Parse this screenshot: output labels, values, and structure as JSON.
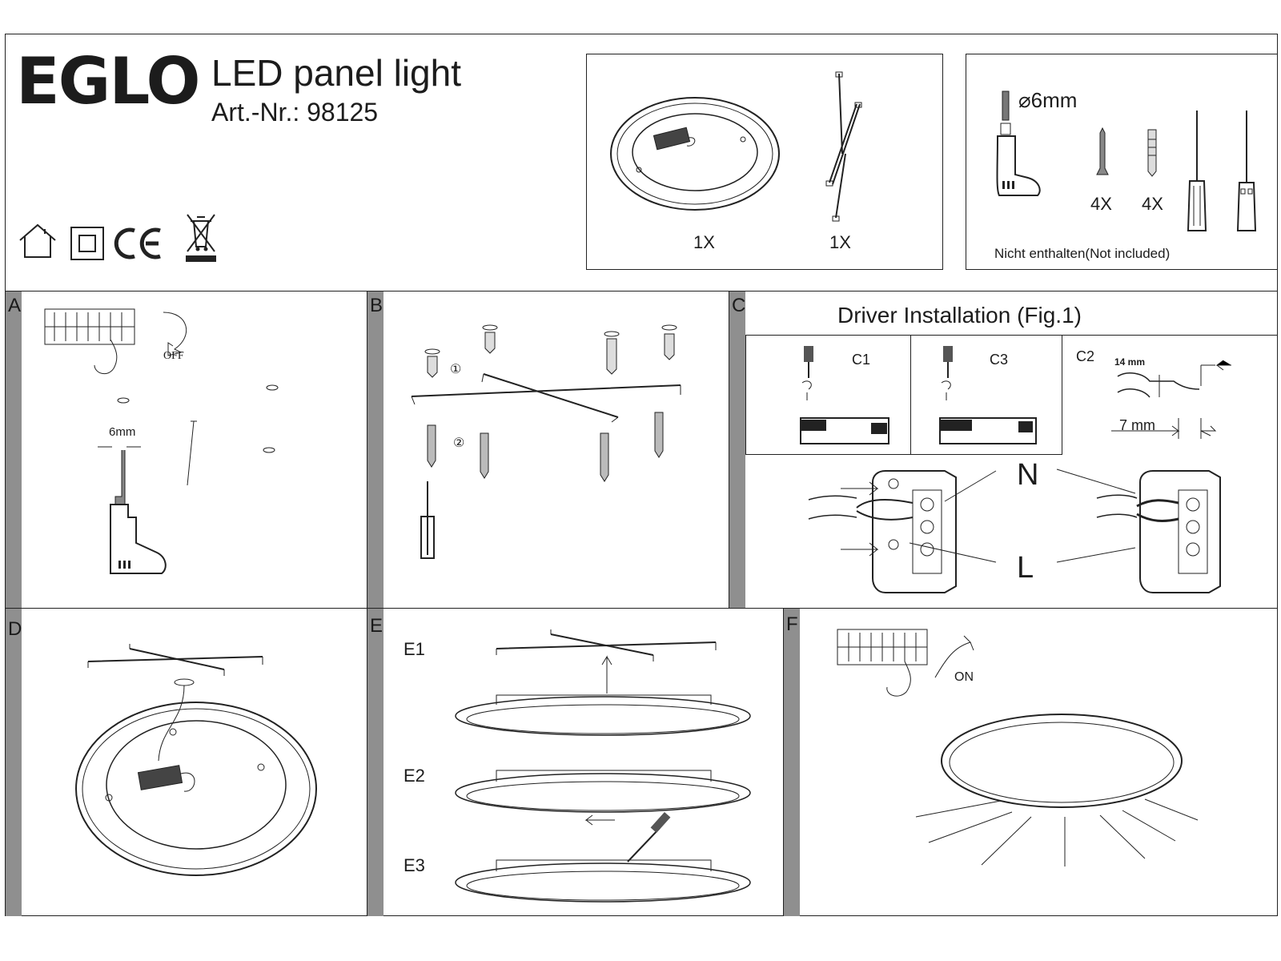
{
  "header": {
    "brand": "EGLO",
    "product_title": "LED panel light",
    "article_number": "Art.-Nr.: 98125",
    "icons": [
      "indoor-house-icon",
      "protection-class-ii-icon",
      "ce-mark-icon",
      "weee-crossed-bin-icon"
    ]
  },
  "contents": {
    "panel_qty": "1X",
    "bracket_qty": "1X"
  },
  "tools": {
    "drill_size": "⌀6mm",
    "screw_qty": "4X",
    "dowel_qty": "4X",
    "not_included": "Nicht enthalten(Not included)"
  },
  "steps": {
    "a": {
      "label": "A",
      "switch_text": "OFF",
      "hole_size": "6mm"
    },
    "b": {
      "label": "B",
      "marker_1": "①",
      "marker_2": "②"
    },
    "c": {
      "label": "C",
      "heading": "Driver Installation (Fig.1)",
      "c1": "C1",
      "c3": "C3",
      "c2": "C2",
      "strip_outer": "14 mm",
      "strip_inner": "7 mm",
      "neutral": "N",
      "live": "L"
    },
    "d": {
      "label": "D"
    },
    "e": {
      "label": "E",
      "e1": "E1",
      "e2": "E2",
      "e3": "E3"
    },
    "f": {
      "label": "F",
      "switch_text": "ON"
    }
  }
}
